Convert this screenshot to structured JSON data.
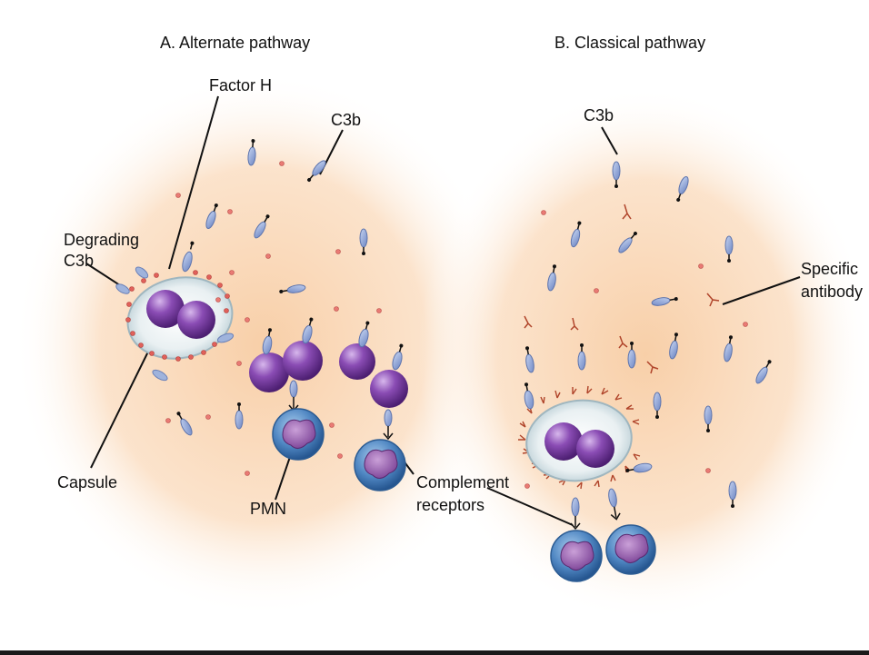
{
  "panels": {
    "alternate": {
      "title": "A. Alternate pathway",
      "factor_h": "Factor H",
      "c3b": "C3b",
      "degrading_line1": "Degrading",
      "degrading_line2": "C3b",
      "capsule": "Capsule",
      "pmn": "PMN",
      "complement_line1": "Complement",
      "complement_line2": "receptors"
    },
    "classical": {
      "title": "B. Classical pathway",
      "c3b": "C3b",
      "antibody_line1": "Specific",
      "antibody_line2": "antibody"
    }
  },
  "colors": {
    "background_glow": "#f9d7b4",
    "bacterium": "#7a3fa0",
    "capsule": "#dce7ea",
    "c3b": "#8fa6d6",
    "pmn": "#4f86c2",
    "antibody": "#b0442a",
    "dot": "#e0605a"
  }
}
